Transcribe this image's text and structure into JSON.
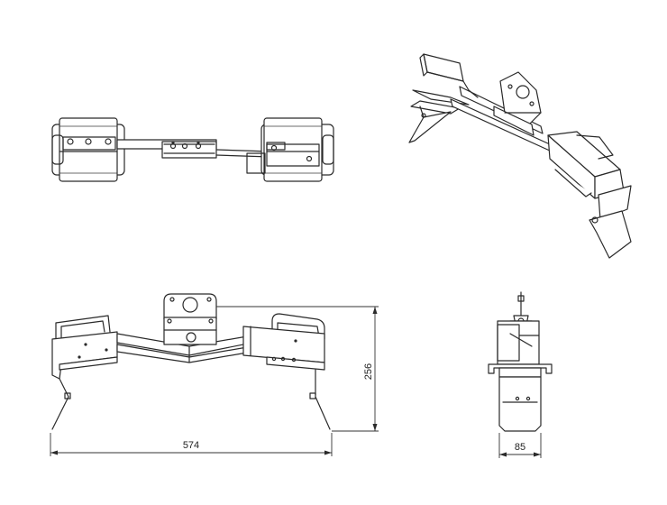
{
  "dimensions": {
    "width_label": "574",
    "height_label": "256",
    "side_width_label": "85"
  },
  "colors": {
    "line": "#2a2a2a",
    "background": "#ffffff"
  }
}
